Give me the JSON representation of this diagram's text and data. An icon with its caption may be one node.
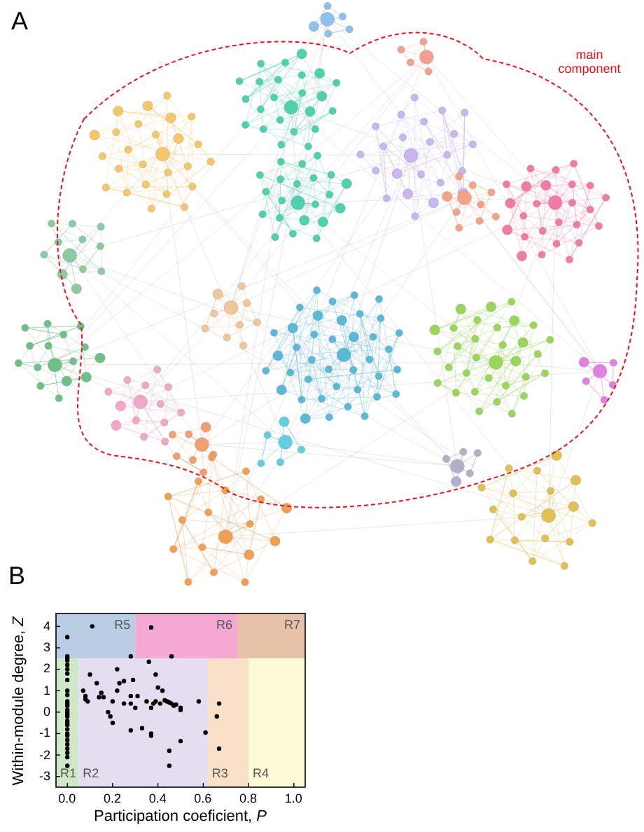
{
  "diagram": {
    "labels": [
      "A",
      "main component",
      "B"
    ],
    "chart_data": {
      "type": "scatter",
      "xlabel": "Participation coeficient, *P*",
      "ylabel": "Within-module degree, *Z*",
      "xlim": [
        -0.05,
        1.05
      ],
      "ylim": [
        -3.5,
        4.6
      ],
      "xticks": [
        {
          "value": 0,
          "label": "0.0"
        },
        {
          "value": 0.2,
          "label": "0.2"
        },
        {
          "value": 0.4,
          "label": "0.4"
        },
        {
          "value": 0.6,
          "label": "0.6"
        },
        {
          "value": 0.8,
          "label": "0.8"
        },
        {
          "value": 1,
          "label": "1.0"
        }
      ],
      "bands": [
        {
          "axis": "x",
          "from": -0.05,
          "to": 0.3,
          "color": "#b9cde4",
          "label": "R5"
        },
        {
          "axis": "x",
          "from": 0.3,
          "to": 0.75,
          "color": "#f5a8d4",
          "label": "R6"
        },
        {
          "axis": "x",
          "from": 0.75,
          "to": 1.05,
          "color": "#e8c2a8",
          "label": "R7"
        },
        {
          "axis": "x",
          "from": -0.05,
          "to": 0.05,
          "color": "#cfe8c8",
          "label": "R1"
        },
        {
          "axis": "x",
          "from": 0.05,
          "to": 0.62,
          "color": "#e5def0",
          "label": "R2"
        },
        {
          "axis": "x",
          "from": 0.62,
          "to": 0.8,
          "color": "#fbe0c8",
          "label": "R3"
        },
        {
          "axis": "x",
          "from": 0.8,
          "to": 1.05,
          "color": "#fdfad8",
          "label": "R4"
        }
      ],
      "yticks": [
        {
          "value": -3,
          "label": "-3"
        },
        {
          "value": -2,
          "label": "-2"
        },
        {
          "value": -1,
          "label": "-1"
        },
        {
          "value": 0,
          "label": "0"
        },
        {
          "value": 1,
          "label": "1"
        },
        {
          "value": 2,
          "label": "2"
        },
        {
          "value": 3,
          "label": "3"
        },
        {
          "value": 4,
          "label": "4"
        }
      ],
      "x": [
        0,
        0,
        0,
        0,
        0,
        0,
        0,
        0,
        0,
        0,
        0,
        0,
        0,
        0,
        0,
        0,
        0,
        0,
        0,
        0,
        0,
        0,
        0,
        0,
        0,
        0,
        0,
        0,
        0,
        0.11,
        0.37,
        0.28,
        0.46,
        0.36,
        0.1,
        0.22,
        0.13,
        0.25,
        0.23,
        0.29,
        0.39,
        0.4,
        0.42,
        0.07,
        0.08,
        0.09,
        0.08,
        0.15,
        0.16,
        0.14,
        0.22,
        0.2,
        0.25,
        0.28,
        0.31,
        0.28,
        0.3,
        0.35,
        0.37,
        0.38,
        0.39,
        0.41,
        0.43,
        0.44,
        0.45,
        0.46,
        0.47,
        0.48,
        0.5,
        0.5,
        0.58,
        0.18,
        0.19,
        0.2,
        0.28,
        0.33,
        0.37,
        0.37,
        0.5,
        0.45,
        0.45,
        0.61,
        0.66,
        0.67,
        0.67
      ],
      "series": [
        {
          "color": "#000000",
          "values": [
            3.5,
            2.6,
            2.5,
            2.4,
            2.2,
            2.0,
            1.8,
            1.5,
            1.0,
            0.8,
            0.5,
            0.4,
            0.3,
            0.1,
            0,
            -0.1,
            -0.2,
            -0.4,
            -0.5,
            -0.6,
            -0.8,
            -1.0,
            -1.1,
            -1.3,
            -1.5,
            -1.7,
            -1.9,
            -2.1,
            -2.5,
            4.0,
            3.95,
            2.6,
            2.6,
            2.35,
            1.75,
            2.0,
            1.35,
            1.45,
            1.35,
            1.5,
            1.75,
            1.15,
            1.0,
            1.0,
            0.75,
            0.5,
            0.6,
            0.9,
            0.7,
            0.7,
            1.0,
            0.5,
            0.4,
            0.75,
            0.75,
            0.4,
            0.2,
            0.5,
            0.2,
            0.4,
            0.5,
            0.4,
            0.55,
            0.5,
            0.45,
            0.4,
            0.3,
            0.35,
            0.2,
            0.1,
            0.5,
            0.0,
            -0.2,
            -0.5,
            -0.85,
            -0.75,
            -1.0,
            -1.1,
            -1.35,
            -1.8,
            -2.5,
            -0.95,
            -0.2,
            0.4,
            -1.7
          ]
        }
      ]
    }
  }
}
